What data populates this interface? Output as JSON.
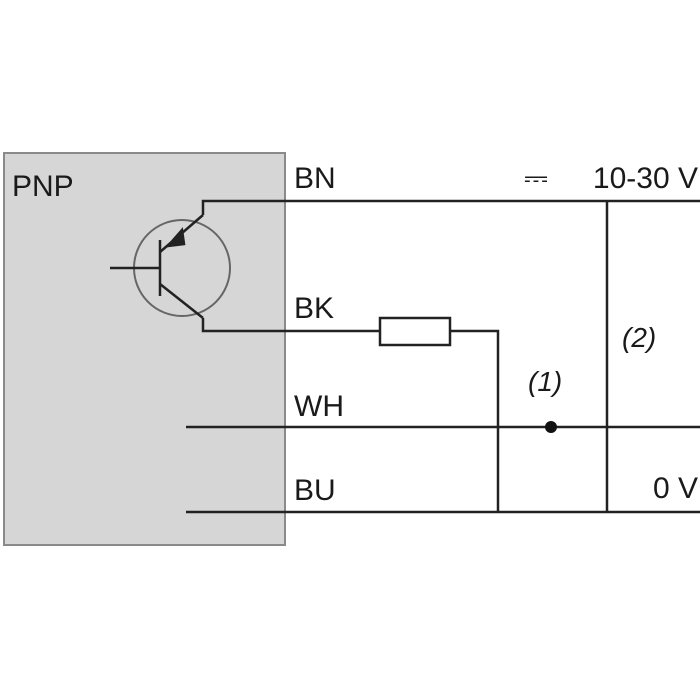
{
  "sensor": {
    "type_label": "PNP"
  },
  "wires": {
    "brown": "BN",
    "black": "BK",
    "white": "WH",
    "blue": "BU"
  },
  "supply": {
    "dc_symbol": "⎓",
    "positive_label": "10-30 V",
    "negative_label": "0 V"
  },
  "notes": {
    "option_1": "(1)",
    "option_2": "(2)"
  },
  "colors": {
    "housing_fill": "#d6d6d6",
    "housing_border": "#8a8a8a",
    "line": "#222222"
  }
}
